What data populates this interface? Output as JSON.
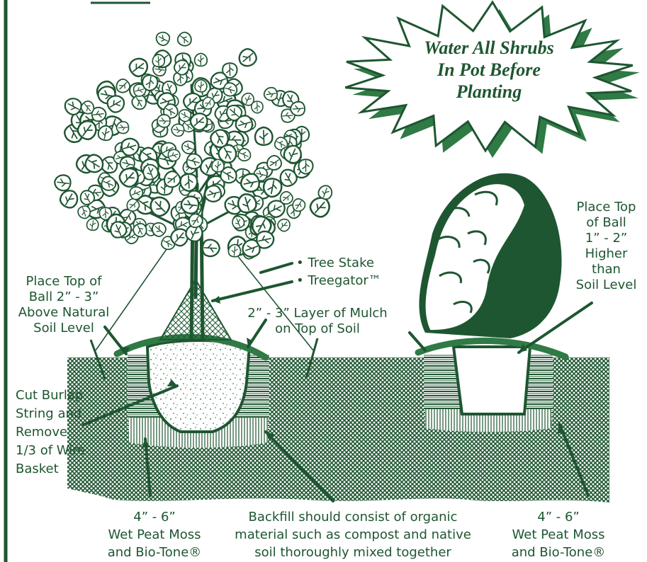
{
  "colors": {
    "green": "#1e5631",
    "mid_green": "#2f7a45",
    "light": "#ffffff"
  },
  "burst": {
    "lines": [
      "Water All Shrubs",
      "In Pot Before",
      "Planting"
    ]
  },
  "labels": {
    "tree_stake": "• Tree Stake",
    "treegator": "• Treegator™",
    "mulch": [
      "2” - 3” Layer of Mulch",
      "on Top of Soil"
    ],
    "ball_tree": [
      "Place Top of",
      "Ball 2” - 3”",
      "Above Natural",
      "Soil Level"
    ],
    "ball_shrub": [
      "Place Top",
      "of Ball",
      "1” - 2”",
      "Higher",
      "than",
      "Soil Level"
    ],
    "burlap": [
      "Cut Burlap",
      "String and",
      "Remove",
      "1/3 of Wire",
      "Basket"
    ],
    "peat_left": [
      "4” - 6”",
      "Wet Peat Moss",
      "and Bio-Tone®"
    ],
    "peat_right": [
      "4” - 6”",
      "Wet Peat Moss",
      "and Bio-Tone®"
    ],
    "backfill": [
      "Backfill should consist of organic",
      "material such as compost and native",
      "soil thoroughly mixed together"
    ]
  }
}
